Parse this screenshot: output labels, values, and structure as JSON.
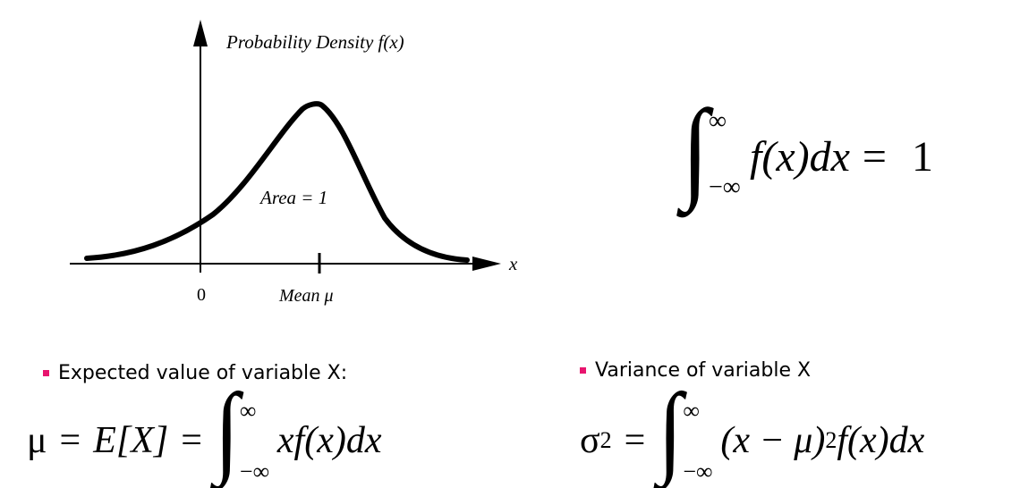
{
  "diagram": {
    "y_axis_label": "Probability Density f(x)",
    "x_axis_label": "x",
    "area_label": "Area = 1",
    "zero_tick_label": "0",
    "mean_tick_label": "Mean μ"
  },
  "formulas": {
    "normalization": {
      "upper": "∞",
      "lower": "−∞",
      "integrand": "f(x)dx",
      "equals": "=",
      "rhs": "1"
    },
    "expected": {
      "bullet": "Expected value of variable X:",
      "lhs": "μ",
      "eq1": "=",
      "mid": "E[X]",
      "eq2": "=",
      "upper": "∞",
      "lower": "−∞",
      "integrand": "xf(x)dx"
    },
    "variance": {
      "bullet": "Variance of variable X",
      "lhs": "σ",
      "power": "2",
      "eq": "=",
      "upper": "∞",
      "lower": "−∞",
      "integrand_a": "(x − μ)",
      "integrand_power": "2",
      "integrand_b": "f(x)dx"
    }
  }
}
